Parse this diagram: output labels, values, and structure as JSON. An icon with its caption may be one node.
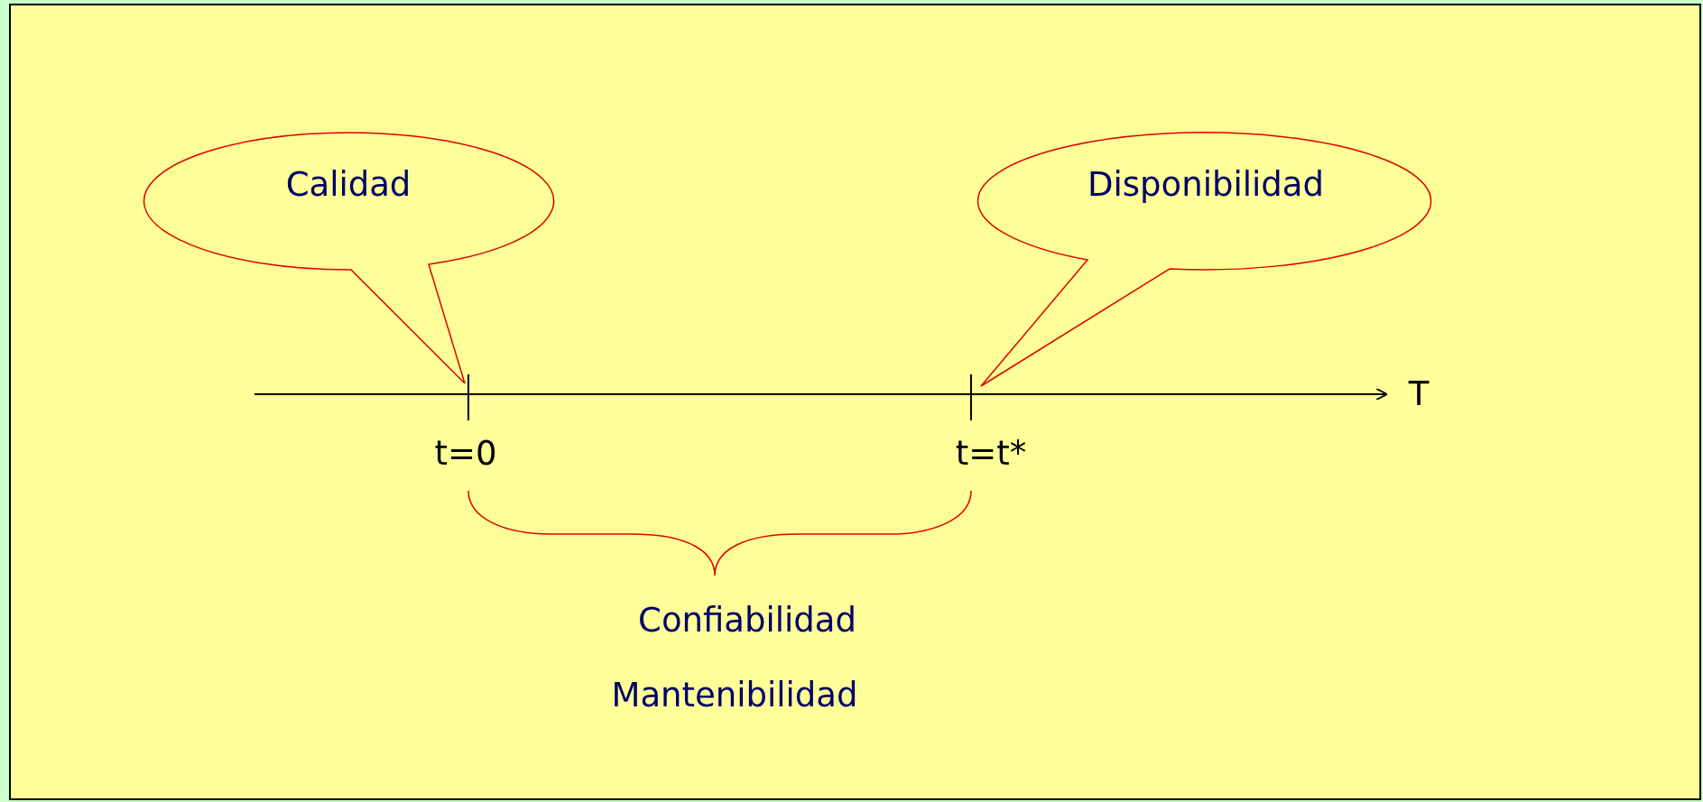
{
  "diagram": {
    "nodes": [
      {
        "text": [
          "Calidad"
        ]
      },
      {
        "text": [
          "Disponibilidad"
        ]
      }
    ],
    "labels": [
      "T",
      "t=0",
      "t=t*",
      "Confiabilidad",
      "Mantenibilidad"
    ]
  }
}
